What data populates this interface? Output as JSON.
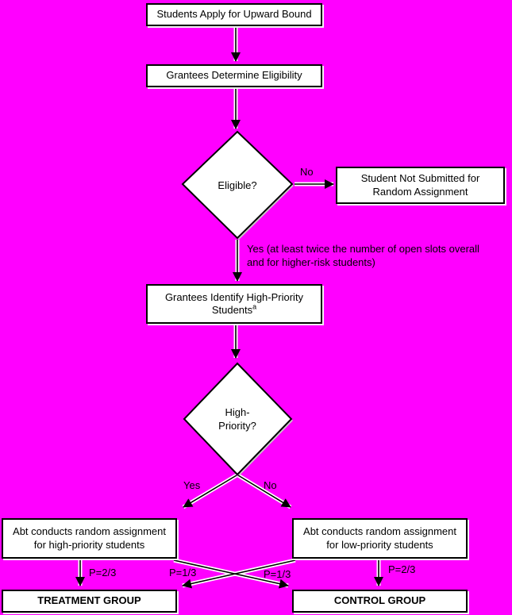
{
  "colors": {
    "background": "#ff00ff",
    "node_fill": "#ffffff",
    "node_border": "#000000",
    "text": "#000000"
  },
  "nodes": {
    "apply": {
      "label": "Students Apply for Upward Bound"
    },
    "determine_eligibility": {
      "label": "Grantees Determine Eligibility"
    },
    "eligible": {
      "label": "Eligible?"
    },
    "not_submitted": {
      "label": "Student Not Submitted for Random Assignment"
    },
    "identify": {
      "label": "Grantees Identify High-Priority Students",
      "footnote_marker": "a"
    },
    "high_priority": {
      "label": "High-Priority?"
    },
    "ra_high": {
      "label": "Abt conducts random assignment for high-priority students"
    },
    "ra_low": {
      "label": "Abt conducts random assignment for low-priority students"
    },
    "treatment": {
      "label": "TREATMENT GROUP"
    },
    "control": {
      "label": "CONTROL GROUP"
    }
  },
  "edge_labels": {
    "eligible_no": "No",
    "eligible_yes": "Yes (at least twice the number of open slots overall and for higher-risk students)",
    "priority_yes": "Yes",
    "priority_no": "No",
    "p_high_to_treatment": "P=2/3",
    "p_low_to_treatment": "P=1/3",
    "p_high_to_control": "P=1/3",
    "p_low_to_control": "P=2/3"
  }
}
